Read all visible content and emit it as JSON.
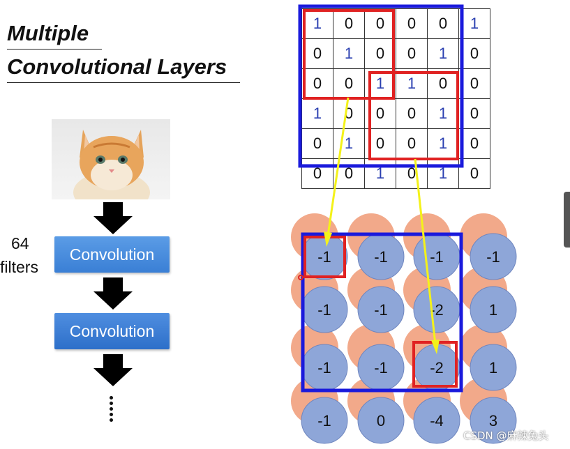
{
  "title": {
    "line1": "Multiple",
    "line2": "Convolutional Layers"
  },
  "left_column": {
    "filters_count": "64",
    "filters_label": "filters",
    "conv1_label": "Convolution",
    "conv2_label": "Convolution"
  },
  "input_matrix": [
    [
      "1",
      "0",
      "0",
      "0",
      "0",
      "1"
    ],
    [
      "0",
      "1",
      "0",
      "0",
      "1",
      "0"
    ],
    [
      "0",
      "0",
      "1",
      "1",
      "0",
      "0"
    ],
    [
      "1",
      "0",
      "0",
      "0",
      "1",
      "0"
    ],
    [
      "0",
      "1",
      "0",
      "0",
      "1",
      "0"
    ],
    [
      "0",
      "0",
      "1",
      "0",
      "1",
      "0"
    ]
  ],
  "output_values": [
    [
      "-1",
      "-1",
      "-1",
      "-1"
    ],
    [
      "-1",
      "-1",
      "-2",
      "1"
    ],
    [
      "-1",
      "-1",
      "-2",
      "1"
    ],
    [
      "-1",
      "0",
      "-4",
      "3"
    ]
  ],
  "colors": {
    "blue_frame": "#1a1adc",
    "red_frame": "#e02222",
    "arrow": "#f4f21a",
    "circle_blue": "#8ea6d8",
    "circle_orange": "#f2a98a",
    "one_text": "#2a3fb0"
  },
  "watermark": "CSDN @麻辣兔头"
}
